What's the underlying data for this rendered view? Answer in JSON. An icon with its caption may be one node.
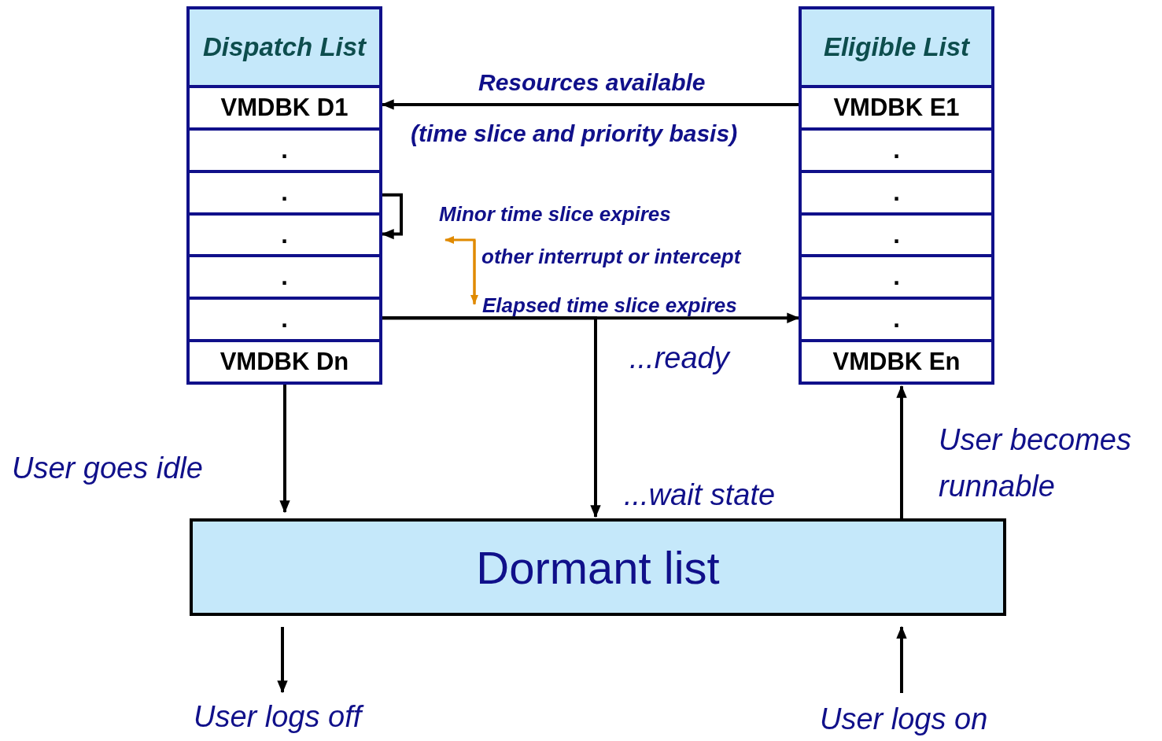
{
  "diagram": {
    "nodes": [
      {
        "text": [
          "Dispatch List"
        ]
      },
      {
        "text": [
          "VMDBK D1"
        ],
        "in": 0
      },
      {
        "text": [
          "."
        ],
        "in": 0
      },
      {
        "text": [
          "."
        ],
        "in": 0
      },
      {
        "text": [
          "."
        ],
        "in": 0
      },
      {
        "text": [
          "."
        ],
        "in": 0
      },
      {
        "text": [
          "."
        ],
        "in": 0
      },
      {
        "text": [
          "VMDBK Dn"
        ],
        "in": 0
      },
      {
        "text": [
          "Eligible List"
        ]
      },
      {
        "text": [
          "VMDBK E1"
        ],
        "in": 8
      },
      {
        "text": [
          "."
        ],
        "in": 8
      },
      {
        "text": [
          "."
        ],
        "in": 8
      },
      {
        "text": [
          "."
        ],
        "in": 8
      },
      {
        "text": [
          "."
        ],
        "in": 8
      },
      {
        "text": [
          "."
        ],
        "in": 8
      },
      {
        "text": [
          "VMDBK En"
        ],
        "in": 8
      },
      {
        "text": [
          "Dormant list"
        ]
      },
      {
        "text": [
          "User logs off"
        ]
      },
      {
        "text": [
          "User logs on"
        ]
      }
    ],
    "edges": [
      {
        "from": 9,
        "to": 1,
        "arrow": "to",
        "label": "Resources available"
      },
      {
        "from": 3,
        "to": 4,
        "arrow": "to",
        "label": "Minor time slice expires"
      },
      {
        "from": 6,
        "to": 14,
        "arrow": "to",
        "label": "...ready"
      },
      {
        "from": 6,
        "to": 16,
        "arrow": "to",
        "label": "...wait state"
      },
      {
        "from": 7,
        "to": 16,
        "arrow": "to",
        "label": "User goes idle"
      },
      {
        "from": 16,
        "to": 15,
        "arrow": "to",
        "label": "User becomes runnable"
      },
      {
        "from": 16,
        "to": 17,
        "arrow": "to"
      },
      {
        "from": 18,
        "to": 16,
        "arrow": "to"
      }
    ],
    "labels": [
      "(time slice and priority basis)",
      "other interrupt or intercept",
      "Elapsed time slice expires"
    ]
  }
}
